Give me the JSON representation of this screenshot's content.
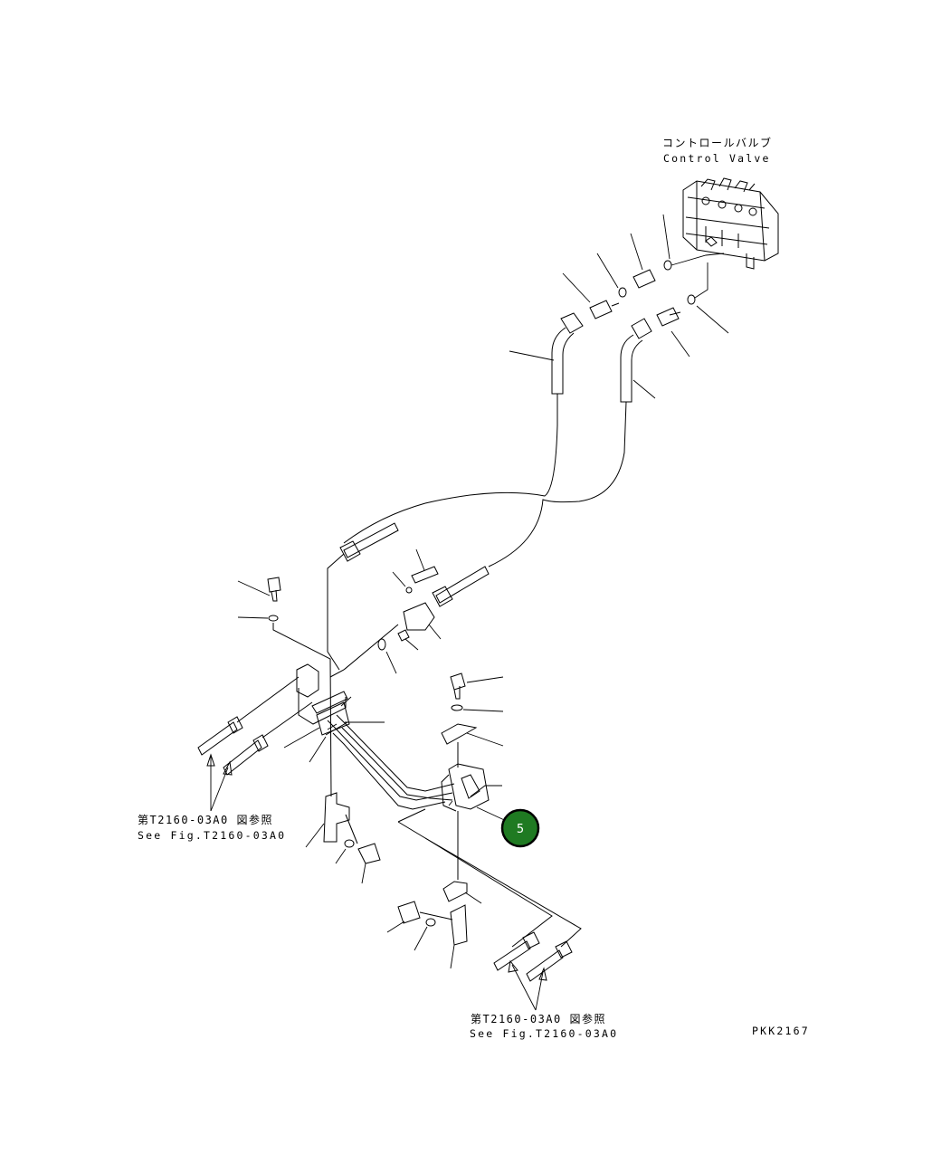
{
  "labels": {
    "control_valve_jp": "コントロールバルブ",
    "control_valve_en": "Control Valve",
    "ref_left_jp": "第T2160-03A0 図参照",
    "ref_left_en": "See Fig.T2160-03A0",
    "ref_bottom_jp": "第T2160-03A0 図参照",
    "ref_bottom_en": "See Fig.T2160-03A0",
    "drawing_code": "PKK2167"
  },
  "callout": {
    "number": "5",
    "color": "#1f7a22"
  }
}
